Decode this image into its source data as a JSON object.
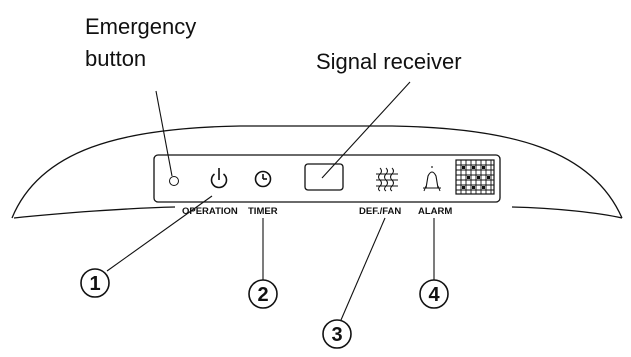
{
  "callouts": {
    "emergency_line1": "Emergency",
    "emergency_line2": "button",
    "signal_receiver": "Signal receiver"
  },
  "panel_labels": {
    "operation": "OPERATION",
    "timer": "TIMER",
    "def_fan": "DEF./FAN",
    "alarm": "ALARM"
  },
  "numbers": [
    "1",
    "2",
    "3",
    "4"
  ],
  "icons": [
    "emergency-button",
    "power-icon",
    "timer-icon",
    "signal-receiver-window",
    "defrost-fan-icon",
    "alarm-icon",
    "display-grid"
  ],
  "colors": {
    "ink": "#111111",
    "background": "#ffffff"
  }
}
